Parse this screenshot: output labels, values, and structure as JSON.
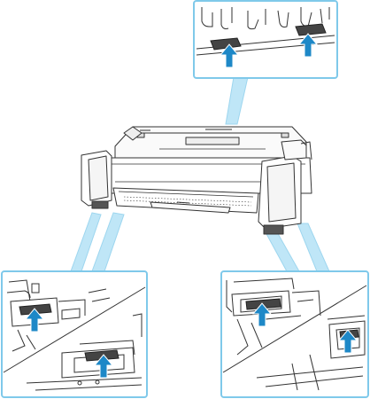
{
  "diagram": {
    "subject": "large-format-printer",
    "callouts": [
      {
        "id": "top",
        "arrows": 2
      },
      {
        "id": "bottom-left",
        "arrows": 2
      },
      {
        "id": "bottom-right",
        "arrows": 2
      }
    ],
    "colors": {
      "callout_border": "#7fc9ea",
      "connector": "#bfe6f7",
      "arrow": "#1e88c7",
      "line_art": "#333333",
      "dark_part": "#444444"
    }
  }
}
